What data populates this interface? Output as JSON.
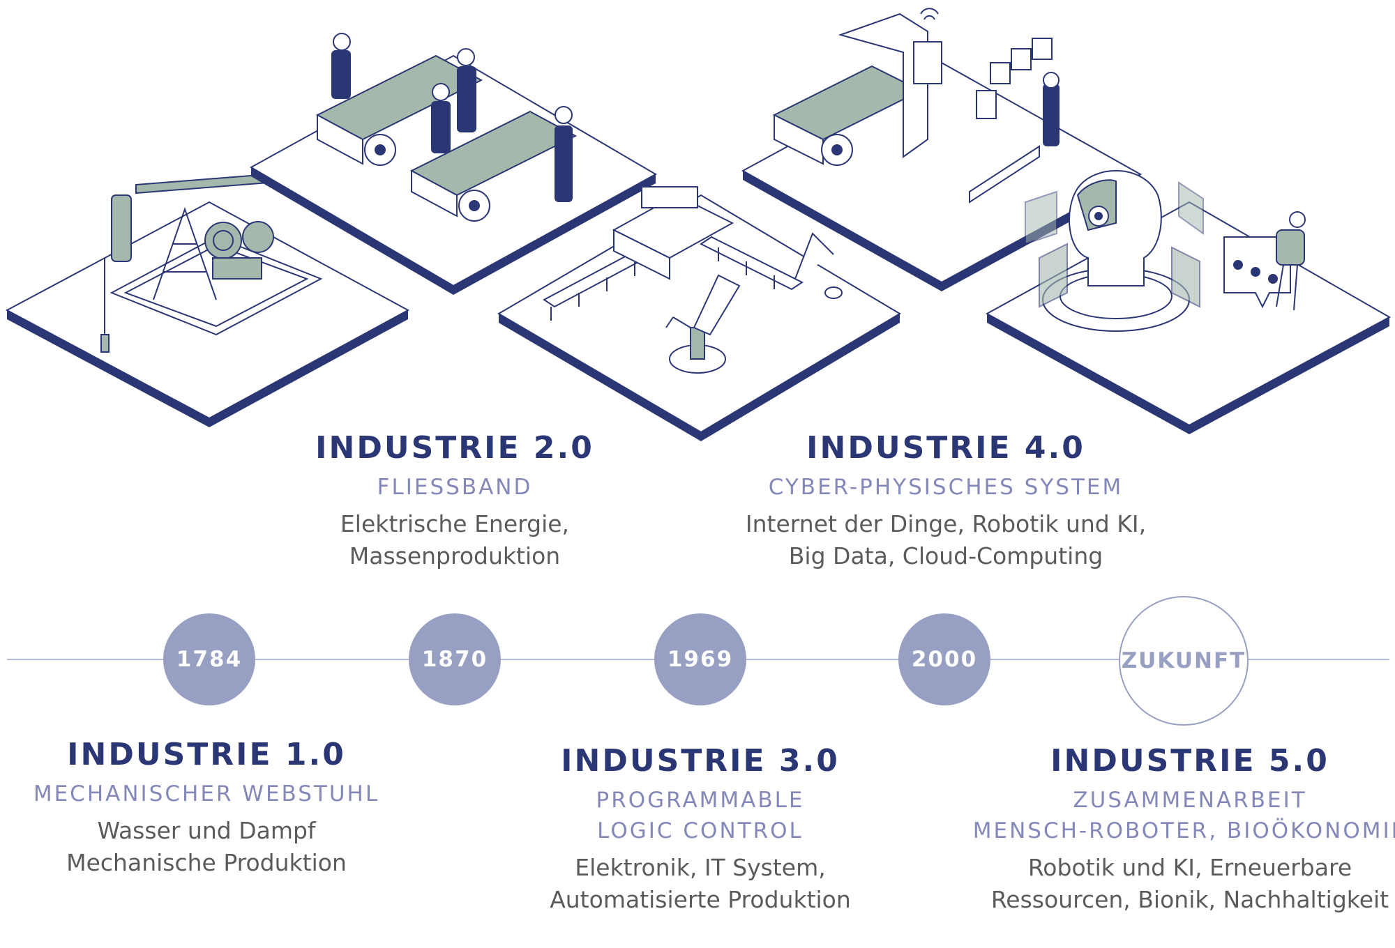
{
  "colors": {
    "title": "#2b3674",
    "subtitle": "#8388b8",
    "description": "#5b5b5b",
    "timeline_dot": "#979fc3",
    "platform_top": "#ffffff",
    "platform_edge": "#2b3674",
    "machine_fill": "#a4b8ac"
  },
  "timeline": {
    "dots": [
      {
        "label": "1784",
        "style": "filled"
      },
      {
        "label": "1870",
        "style": "filled"
      },
      {
        "label": "1969",
        "style": "filled"
      },
      {
        "label": "2000",
        "style": "filled"
      },
      {
        "label": "ZUKUNFT",
        "style": "outline"
      }
    ]
  },
  "eras": [
    {
      "title": "INDUSTRIE 1.0",
      "subtitle": [
        "MECHANISCHER WEBSTUHL"
      ],
      "description": [
        "Wasser und Dampf",
        "Mechanische Produktion"
      ],
      "illustration": "oil-pump-jack-icon"
    },
    {
      "title": "INDUSTRIE 2.0",
      "subtitle": [
        "FLIESSBAND"
      ],
      "description": [
        "Elektrische Energie,",
        "Massenproduktion"
      ],
      "illustration": "assembly-line-workers-icon"
    },
    {
      "title": "INDUSTRIE 3.0",
      "subtitle": [
        "PROGRAMMABLE",
        "LOGIC CONTROL"
      ],
      "description": [
        "Elektronik, IT System,",
        "Automatisierte Produktion"
      ],
      "illustration": "robotic-arm-conveyor-icon"
    },
    {
      "title": "INDUSTRIE 4.0",
      "subtitle": [
        "CYBER-PHYSISCHES SYSTEM"
      ],
      "description": [
        "Internet der Dinge, Robotik und KI,",
        "Big Data, Cloud-Computing"
      ],
      "illustration": "smart-factory-iot-icon"
    },
    {
      "title": "INDUSTRIE 5.0",
      "subtitle": [
        "ZUSAMMENARBEIT",
        "MENSCH-ROBOTER, BIOÖKONOMIE"
      ],
      "description": [
        "Robotik und KI, Erneuerbare",
        "Ressourcen, Bionik, Nachhaltigkeit"
      ],
      "illustration": "ai-robot-head-collaboration-icon"
    }
  ]
}
